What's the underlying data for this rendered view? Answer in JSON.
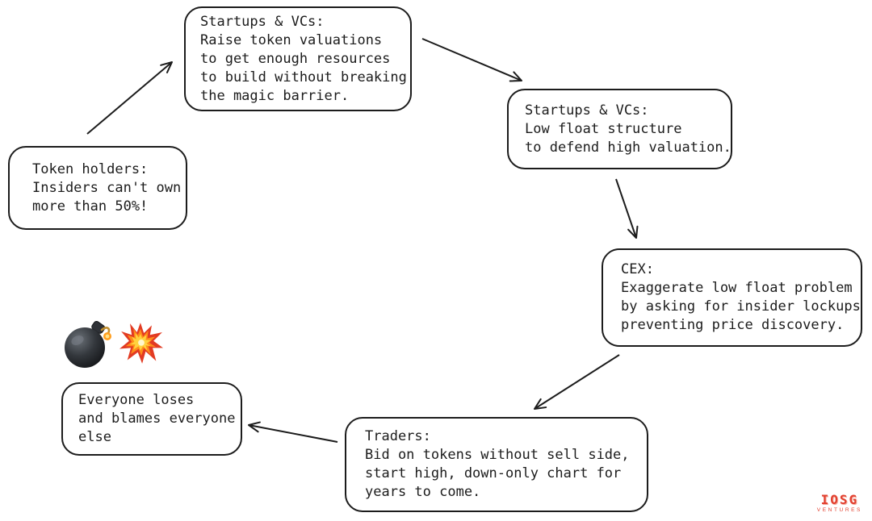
{
  "diagram": {
    "background_color": "#ffffff",
    "stroke_color": "#1c1c1c",
    "nodes": [
      {
        "id": "startups-raise",
        "text": "Startups & VCs:\nRaise token valuations\nto get enough resources\nto build without breaking\nthe magic barrier."
      },
      {
        "id": "startups-lowfloat",
        "text": "Startups & VCs:\nLow float structure\nto defend high valuation."
      },
      {
        "id": "token-holders",
        "text": "Token holders:\nInsiders can't own\nmore than 50%!"
      },
      {
        "id": "cex",
        "text": "CEX:\nExaggerate low float problem\nby asking for insider lockups\npreventing price discovery."
      },
      {
        "id": "traders",
        "text": "Traders:\nBid on tokens without sell side,\nstart high, down-only chart for\nyears to come."
      },
      {
        "id": "everyone-loses",
        "text": "Everyone loses\nand blames everyone\nelse"
      }
    ],
    "edges": [
      {
        "from": "token-holders",
        "to": "startups-raise"
      },
      {
        "from": "startups-raise",
        "to": "startups-lowfloat"
      },
      {
        "from": "startups-lowfloat",
        "to": "cex"
      },
      {
        "from": "cex",
        "to": "traders"
      },
      {
        "from": "traders",
        "to": "everyone-loses"
      }
    ],
    "icons": {
      "bomb": "💣",
      "explosion": "💥"
    },
    "logo": {
      "title": "IOSG",
      "subtitle": "VENTURES",
      "color": "#e2402f"
    }
  }
}
